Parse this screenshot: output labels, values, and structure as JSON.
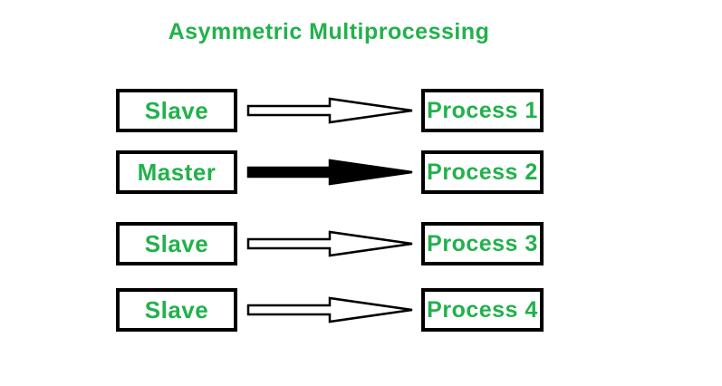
{
  "title": "Asymmetric Multiprocessing",
  "colors": {
    "text_green": "#22B14C",
    "line_black": "#000000",
    "background": "#FFFFFF",
    "arrow_outline_fill": "#FFFFFF",
    "arrow_filled_fill": "#000000"
  },
  "rows": [
    {
      "source": "Slave",
      "target": "Process 1",
      "arrow": "outline"
    },
    {
      "source": "Master",
      "target": "Process 2",
      "arrow": "filled"
    },
    {
      "source": "Slave",
      "target": "Process 3",
      "arrow": "outline"
    },
    {
      "source": "Slave",
      "target": "Process 4",
      "arrow": "outline"
    }
  ]
}
